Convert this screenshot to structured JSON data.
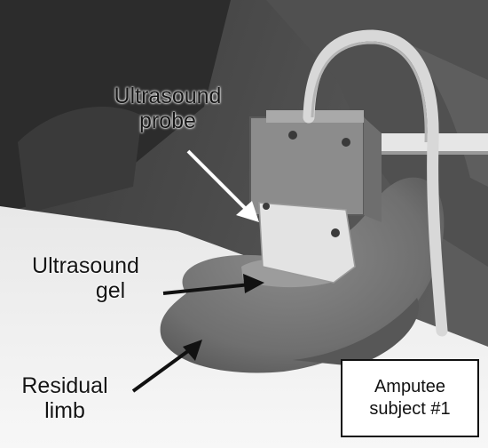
{
  "labels": {
    "probe_line1": "Ultrasound",
    "probe_line2": "probe",
    "gel_line1": "Ultrasound",
    "gel_line2": "gel",
    "limb_line1": "Residual",
    "limb_line2": "limb"
  },
  "inset": {
    "line1": "Amputee",
    "line2": "subject #1"
  }
}
